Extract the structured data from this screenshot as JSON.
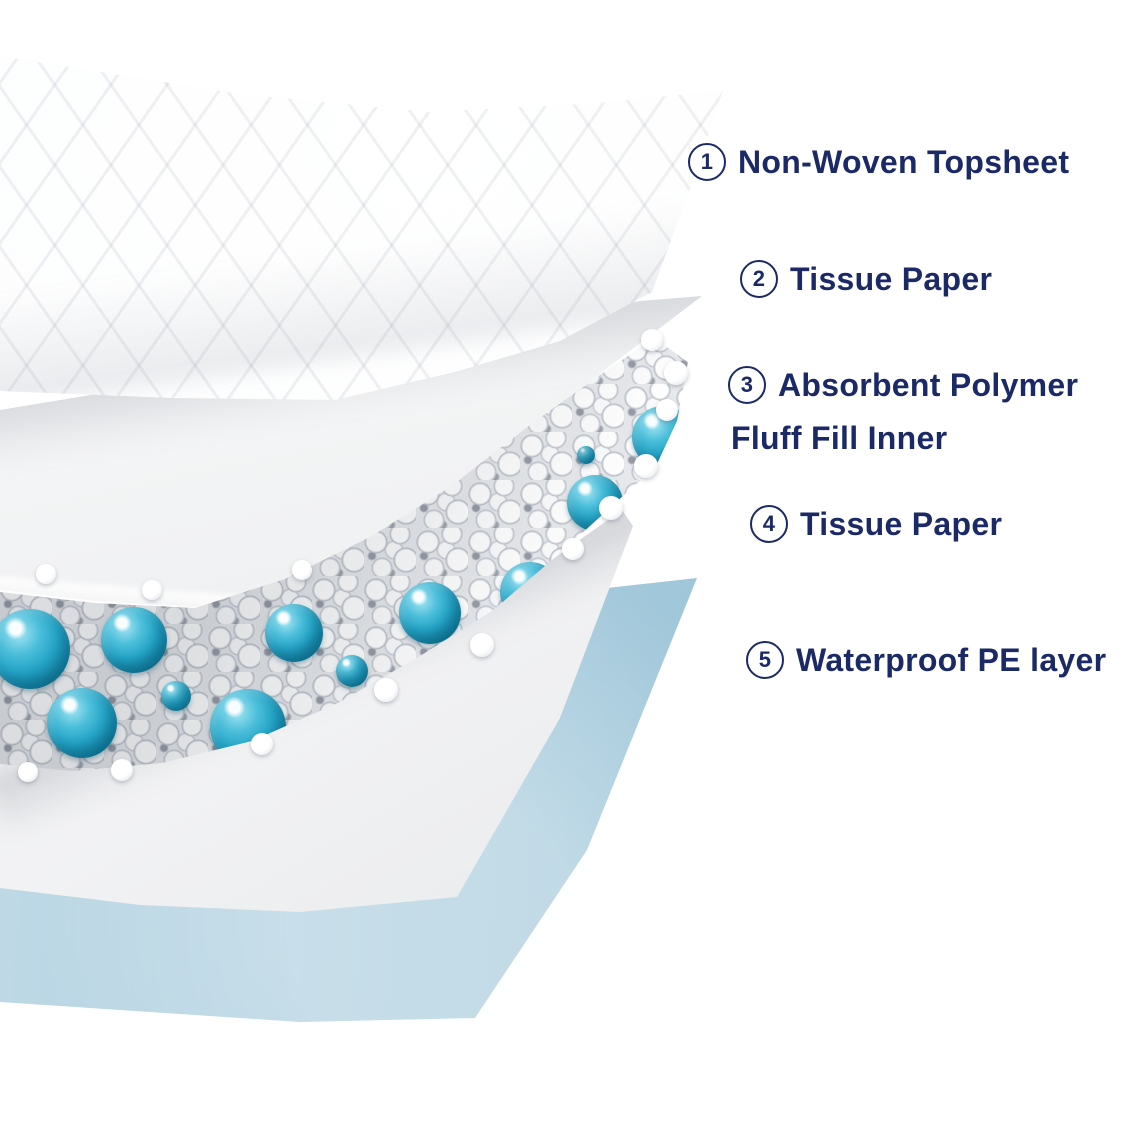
{
  "figure": {
    "type": "product-layer-diagram",
    "subject": "Disposable absorbent pad layer construction",
    "background_color": "#ffffff",
    "label_color": "#1b2a66",
    "labels": [
      {
        "number": "1",
        "text": "Non-Woven Topsheet"
      },
      {
        "number": "2",
        "text": "Tissue Paper"
      },
      {
        "number": "3",
        "text": "Absorbent Polymer",
        "text2": "Fluff Fill Inner"
      },
      {
        "number": "4",
        "text": "Tissue Paper"
      },
      {
        "number": "5",
        "text": "Waterproof PE layer"
      }
    ],
    "layers": [
      {
        "name": "Non-Woven Topsheet",
        "appearance": "white quilted diamond-pattern sheet",
        "color": "#fafbfc"
      },
      {
        "name": "Tissue Paper",
        "appearance": "smooth white sheet",
        "color": "#f0f1f3"
      },
      {
        "name": "Absorbent Polymer Fluff Fill Inner",
        "appearance": "band of white pebbles with glossy teal polymer beads",
        "pebble_color": "#ffffff",
        "bead_color": "#23a3c6"
      },
      {
        "name": "Tissue Paper",
        "appearance": "smooth white sheet",
        "color": "#f2f2f4"
      },
      {
        "name": "Waterproof PE layer",
        "appearance": "light blue plastic sheet",
        "color": "#a6cbdd"
      }
    ]
  }
}
